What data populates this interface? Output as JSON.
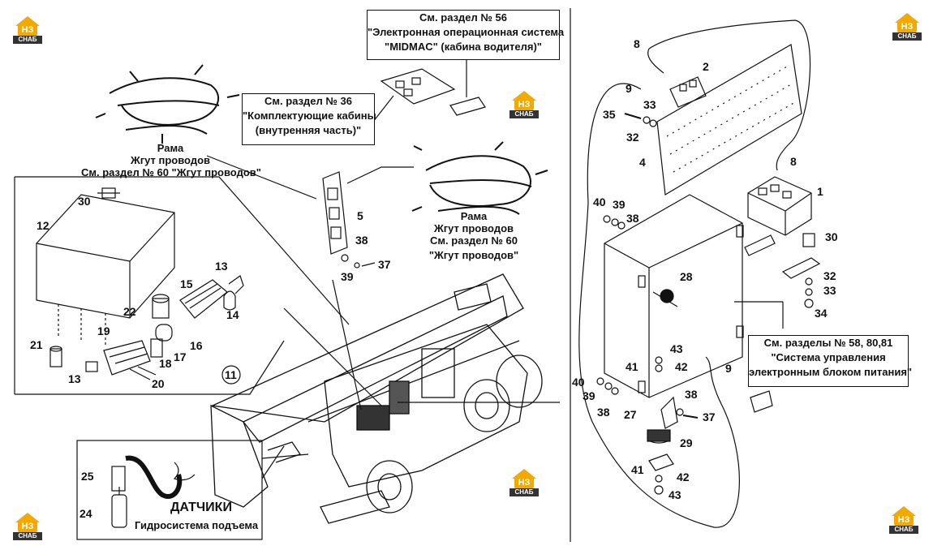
{
  "logo": {
    "top": "НЗ",
    "bottom": "СНАБ"
  },
  "callouts": {
    "sec56": {
      "line1": "См. раздел № 56",
      "line2": "\"Электронная операционная система",
      "line3": "\"MIDMAC\" (кабина водителя)\""
    },
    "sec36": {
      "line1": "См. раздел № 36",
      "line2": "\"Комплектующие кабины",
      "line3": "(внутренняя часть)\""
    },
    "sec58": {
      "line1": "См. разделы № 58, 80,81",
      "line2": "\"Система управления",
      "line3": "электронным блоком питания\""
    }
  },
  "harness_left": {
    "line1": "Рама",
    "line2": "Жгут проводов",
    "line3": "См. раздел № 60 \"Жгут проводов\""
  },
  "harness_right": {
    "line1": "Рама",
    "line2": "Жгут проводов",
    "line3": "См. раздел № 60",
    "line4": "\"Жгут проводов\""
  },
  "sensors": {
    "title": "ДАТЧИКИ",
    "subtitle": "Гидросистема подъема"
  },
  "parts": {
    "p1": "1",
    "p2": "2",
    "p4": "4",
    "p5": "5",
    "p8a": "8",
    "p8b": "8",
    "p9a": "9",
    "p9b": "9",
    "p11": "11",
    "p12": "12",
    "p13a": "13",
    "p13b": "13",
    "p14": "14",
    "p15": "15",
    "p16": "16",
    "p17": "17",
    "p18": "18",
    "p19": "19",
    "p20": "20",
    "p21": "21",
    "p22": "22",
    "p24": "24",
    "p25": "25",
    "p27": "27",
    "p28": "28",
    "p29": "29",
    "p30a": "30",
    "p30b": "30",
    "p32a": "32",
    "p32b": "32",
    "p33a": "33",
    "p33b": "33",
    "p34": "34",
    "p35": "35",
    "p37a": "37",
    "p37b": "37",
    "p38a": "38",
    "p38b": "38",
    "p38c": "38",
    "p38d": "38",
    "p39a": "39",
    "p39b": "39",
    "p39c": "39",
    "p40a": "40",
    "p40b": "40",
    "p41a": "41",
    "p41b": "41",
    "p42a": "42",
    "p42b": "42",
    "p43a": "43",
    "p43b": "43"
  }
}
